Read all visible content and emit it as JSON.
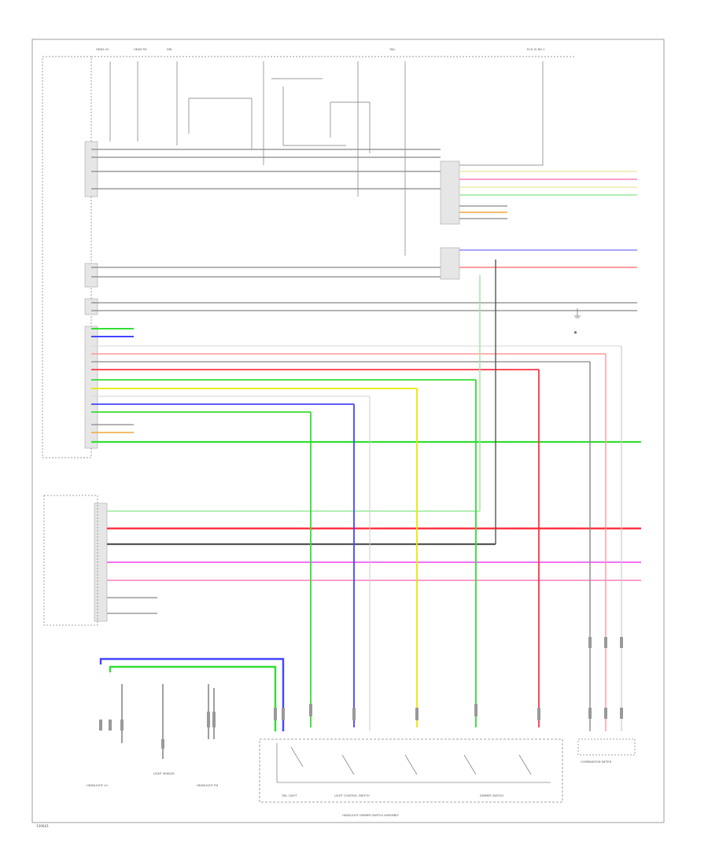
{
  "footer": {
    "code": "130641"
  },
  "fuses": [
    {
      "label": "HEAD LH"
    },
    {
      "label": "HEAD RH"
    },
    {
      "label": "DRL"
    },
    {
      "label": "TAIL"
    },
    {
      "label": "ECU-IG NO.1"
    }
  ],
  "components": {
    "headlamp_ecu": "HEADLIGHT DIMMER SWITCH ASSEMBLY",
    "light_control_switch": "LIGHT CONTROL SWITCH",
    "dimmer_switch": "DIMMER SWITCH",
    "tail_light": "TAIL LIGHT",
    "combination_meter": "COMBINATION METER",
    "light_sensor": "LIGHT SENSOR",
    "headlight_lh": "HEADLIGHT LH",
    "headlight_rh": "HEADLIGHT RH",
    "ground": "G"
  },
  "wire_colors": {
    "green": "#33dd33",
    "red": "#ff3344",
    "pink": "#ff7fbf",
    "magenta": "#ee44ee",
    "blue": "#4444ff",
    "yellow": "#e8e800",
    "gray": "#888888",
    "dark": "#555555",
    "cream": "#f2efbf",
    "orange": "#f2a63a"
  }
}
